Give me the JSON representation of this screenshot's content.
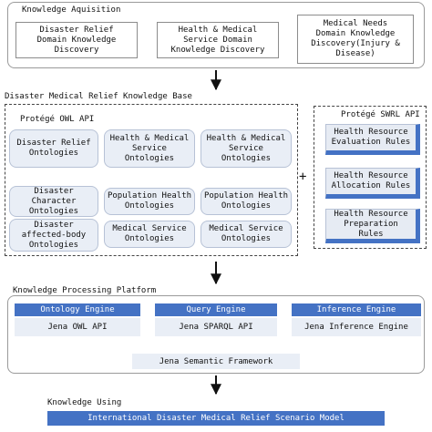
{
  "acquisition": {
    "title": "Knowledge Aquisition",
    "boxes": [
      "Disaster Relief\nDomain Knowledge\nDiscovery",
      "Health & Medical\nService Domain\nKnowledge Discovery",
      "Medical Needs\nDomain Knowledge\nDiscovery(Injury &\nDisease)"
    ]
  },
  "knowledge_base": {
    "title": "Disaster Medical Relief Knowledge Base",
    "owl": {
      "title": "Protégé OWL API",
      "col1": [
        "Disaster Relief\nOntologies",
        "Disaster\nCharacter\nOntologies",
        "Disaster\naffected-body\nOntologies"
      ],
      "col2": [
        "Health & Medical\nService\nOntologies",
        "Population Health\nOntologies",
        "Medical Service\nOntologies"
      ],
      "col3": [
        "Health & Medical\nService\nOntologies",
        "Population Health\nOntologies",
        "Medical Service\nOntologies"
      ]
    },
    "plus": "+",
    "swrl": {
      "title": "Protégé SWRL API",
      "rules": [
        "Health Resource\nEvaluation Rules",
        "Health Resource\nAllocation Rules",
        "Health Resource\nPreparation\nRules"
      ]
    }
  },
  "processing": {
    "title": "Knowledge Processing Platform",
    "engines": [
      {
        "name": "Ontology Engine",
        "api": "Jena OWL API"
      },
      {
        "name": "Query Engine",
        "api": "Jena SPARQL API"
      },
      {
        "name": "Inference Engine",
        "api": "Jena Inference Engine"
      }
    ],
    "framework": "Jena Semantic Framework"
  },
  "using": {
    "title": "Knowledge Using",
    "model": "International Disaster Medical Relief Scenario Model"
  },
  "colors": {
    "accent": "#4472c4",
    "bubble_fill": "#e9eef6"
  }
}
